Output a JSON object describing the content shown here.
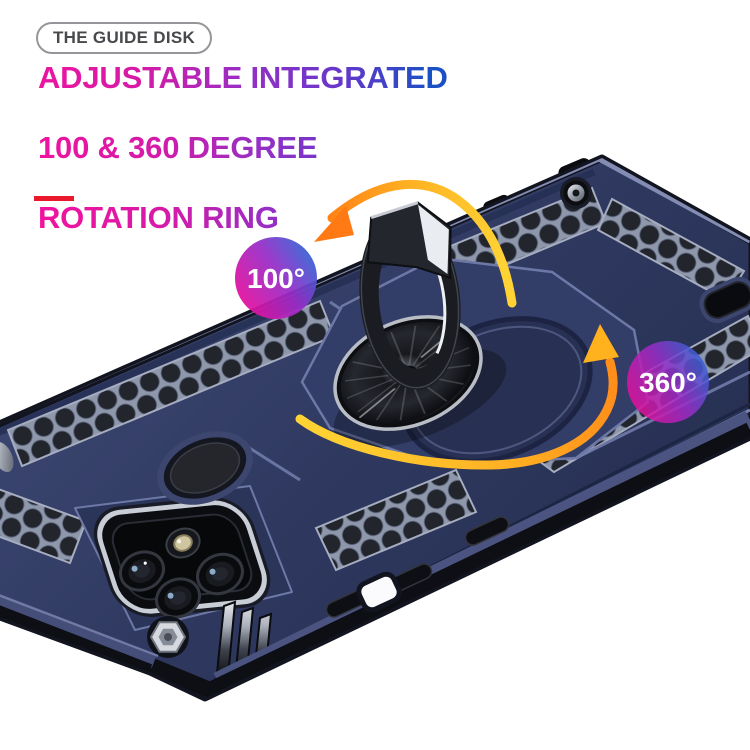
{
  "badge": {
    "label": "THE GUIDE DISK"
  },
  "headline": {
    "lines": [
      "ADJUSTABLE INTEGRATED",
      "100 & 360 DEGREE",
      "ROTATION RING"
    ],
    "gradient_colors": [
      "#f2129e",
      "#9230c6",
      "#1b50c4"
    ]
  },
  "divider": {
    "color": "#e9182b"
  },
  "annotations": {
    "badge_100": {
      "label": "100°"
    },
    "badge_360": {
      "label": "360°"
    },
    "badge_gradient": [
      "#e80f9c",
      "#9a2cc7",
      "#2b69d6"
    ],
    "arrow_100_icon": "curved-arrow-counterclockwise",
    "arrow_360_icon": "curved-arrow-sweep-up",
    "arrow_colors": [
      "#ffd334",
      "#ff7d15"
    ]
  },
  "product": {
    "case_color": "#303a60",
    "rail_color": "#8790b5",
    "honeycomb_color": "#22252c",
    "ring_color": "#1a1c22"
  }
}
